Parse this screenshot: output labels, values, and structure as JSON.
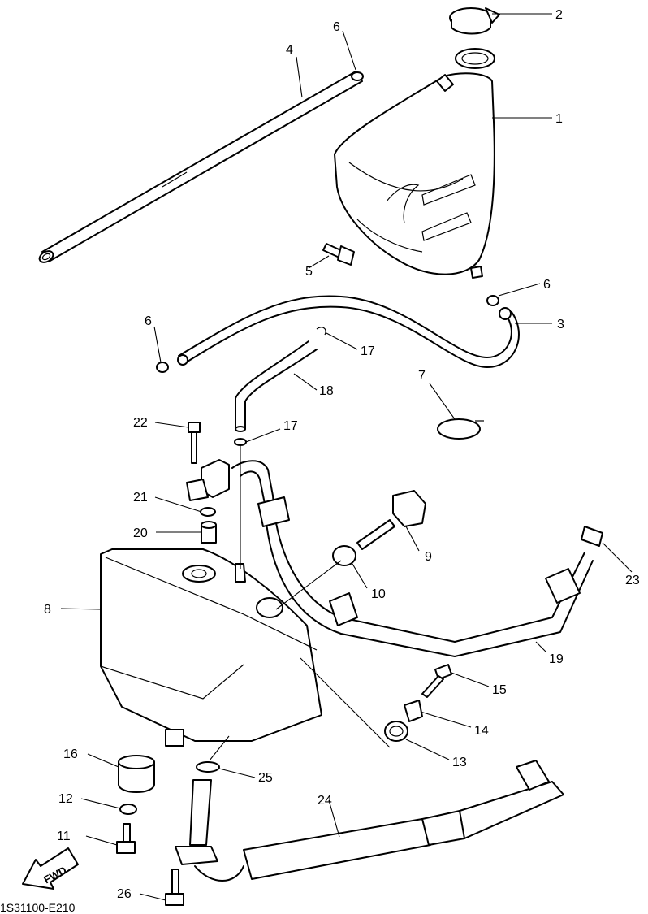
{
  "diagram": {
    "code": "1S31100-E210",
    "fwd_label": "FWD",
    "callouts": {
      "c1": "1",
      "c2": "2",
      "c3": "3",
      "c4": "4",
      "c5": "5",
      "c6a": "6",
      "c6b": "6",
      "c6c": "6",
      "c7": "7",
      "c8": "8",
      "c9": "9",
      "c10": "10",
      "c11": "11",
      "c12": "12",
      "c13": "13",
      "c14": "14",
      "c15": "15",
      "c16": "16",
      "c17a": "17",
      "c17b": "17",
      "c18": "18",
      "c19": "19",
      "c20": "20",
      "c21": "21",
      "c22": "22",
      "c23": "23",
      "c24": "24",
      "c25": "25",
      "c26": "26"
    }
  }
}
